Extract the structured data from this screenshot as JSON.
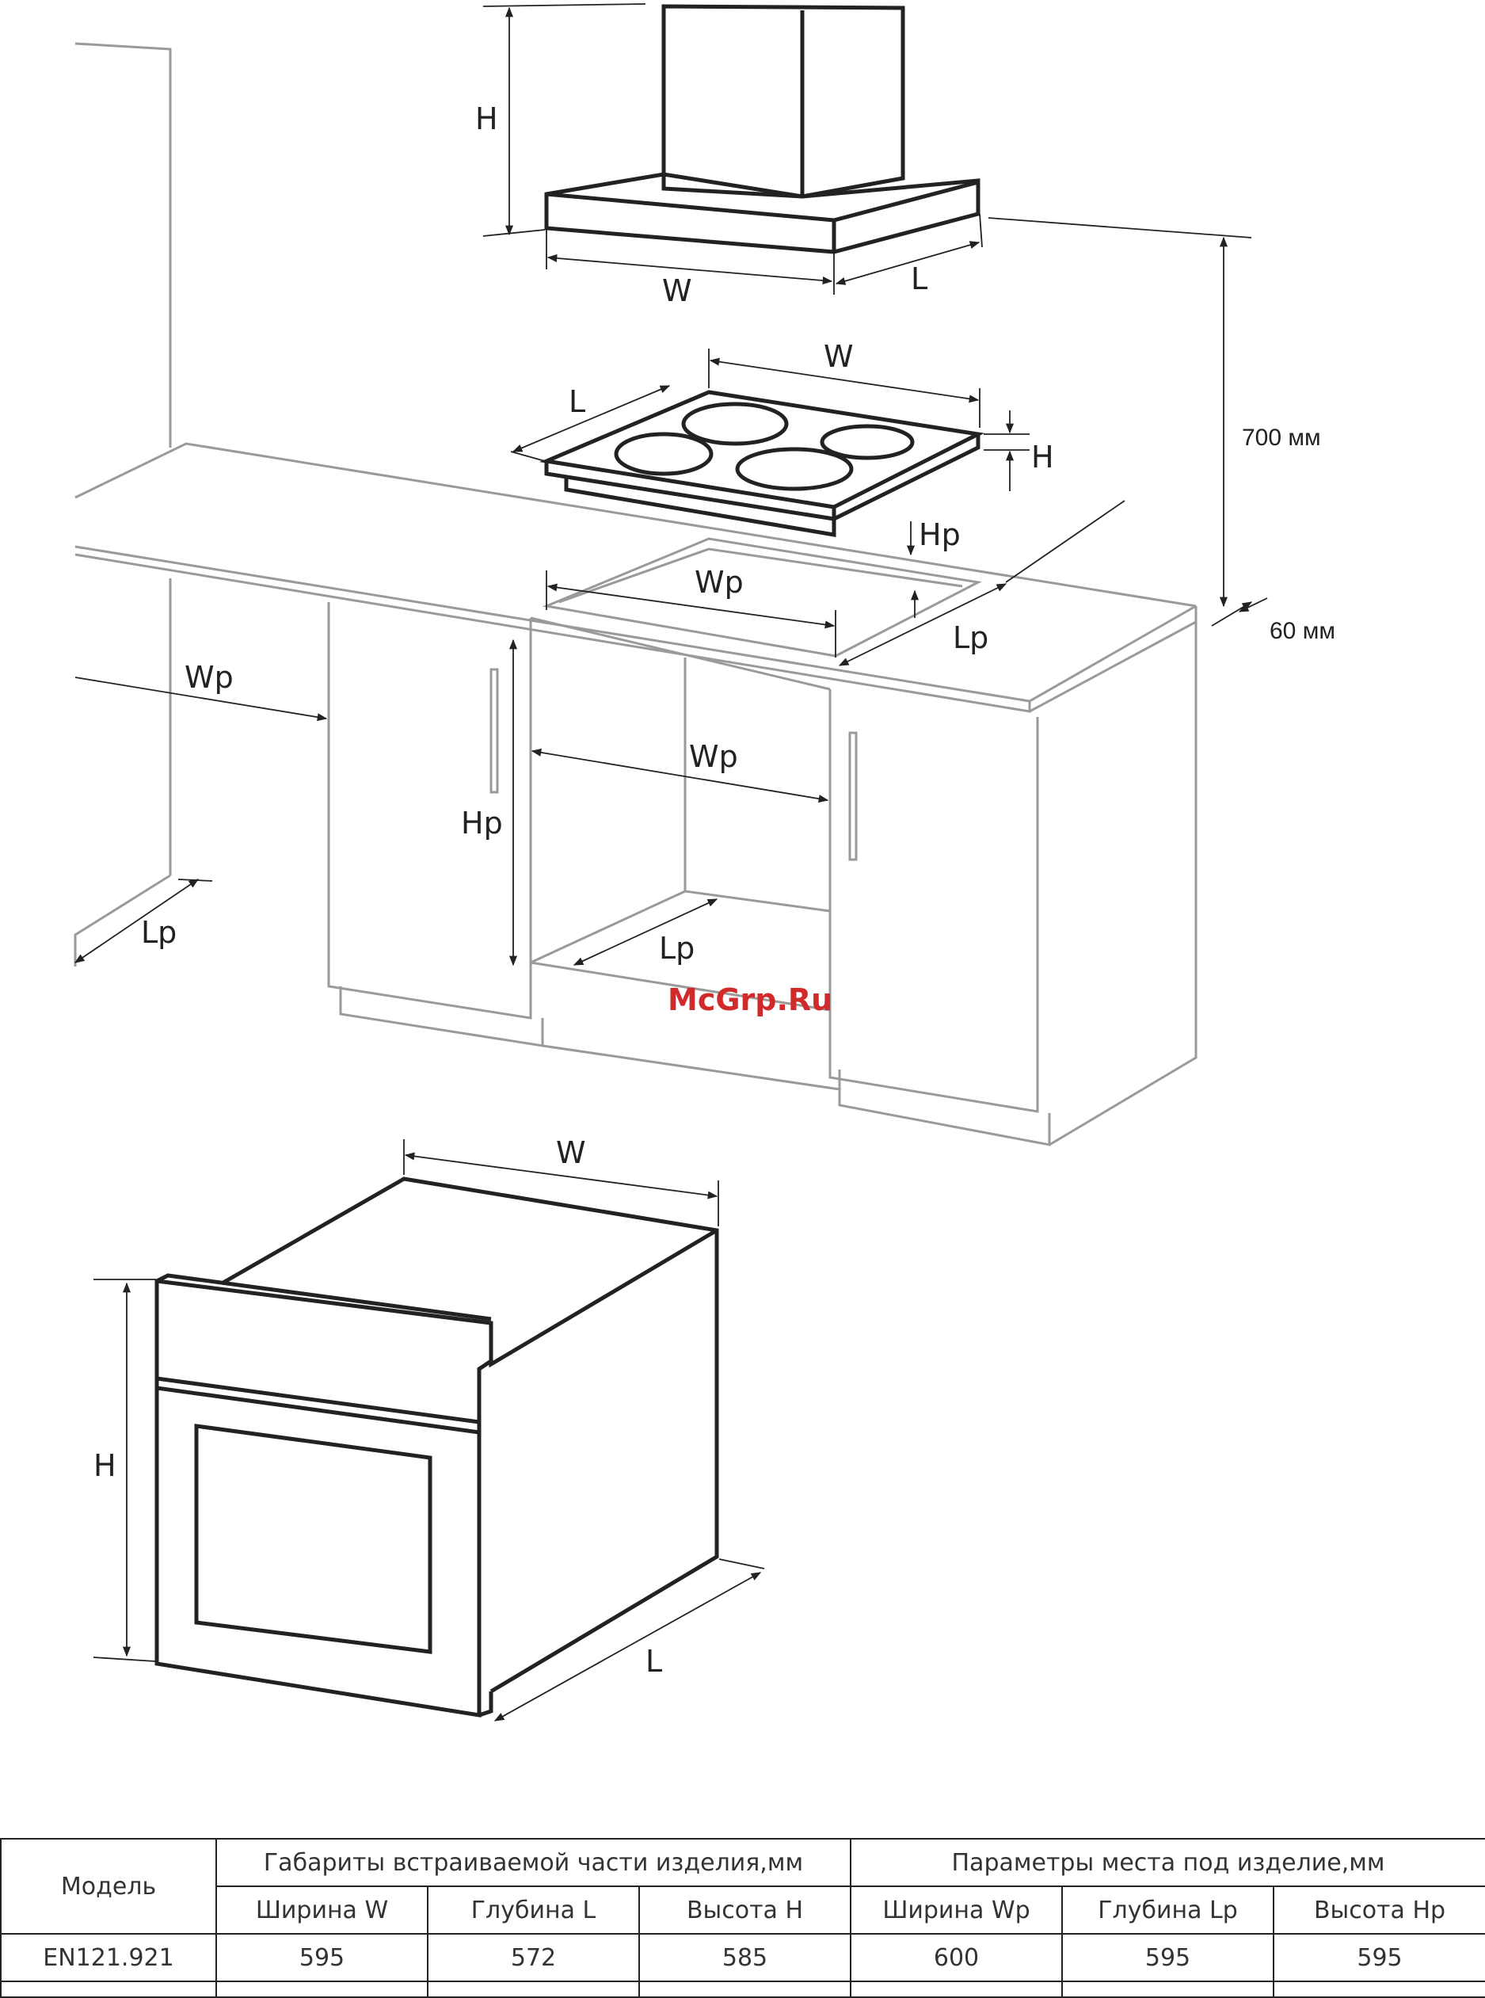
{
  "diagram": {
    "hood": {
      "h": "H",
      "w": "W",
      "l": "L"
    },
    "hob": {
      "w": "W",
      "l": "L",
      "h": "H"
    },
    "cutout": {
      "hp": "Hp",
      "wp": "Wp",
      "lp": "Lp"
    },
    "distances": {
      "hood_to_hob": "700 мм",
      "counter_edge": "60 мм"
    },
    "wall": {
      "wp": "Wp",
      "lp": "Lp"
    },
    "niche": {
      "wp": "Wp",
      "hp": "Hp",
      "lp": "Lp"
    },
    "oven": {
      "w": "W",
      "h": "H",
      "l": "L"
    },
    "watermark": "McGrp.Ru"
  },
  "table": {
    "model_header": "Модель",
    "group_product": "Габариты встраиваемой части изделия,мм",
    "group_place": "Параметры места под изделие,мм",
    "columns": [
      "Ширина W",
      "Глубина L",
      "Высота H",
      "Ширина Wp",
      "Глубина Lp",
      "Высота Hp"
    ],
    "rows": [
      {
        "model": "EN121.921",
        "values": [
          "595",
          "572",
          "585",
          "600",
          "595",
          "595"
        ]
      }
    ]
  }
}
